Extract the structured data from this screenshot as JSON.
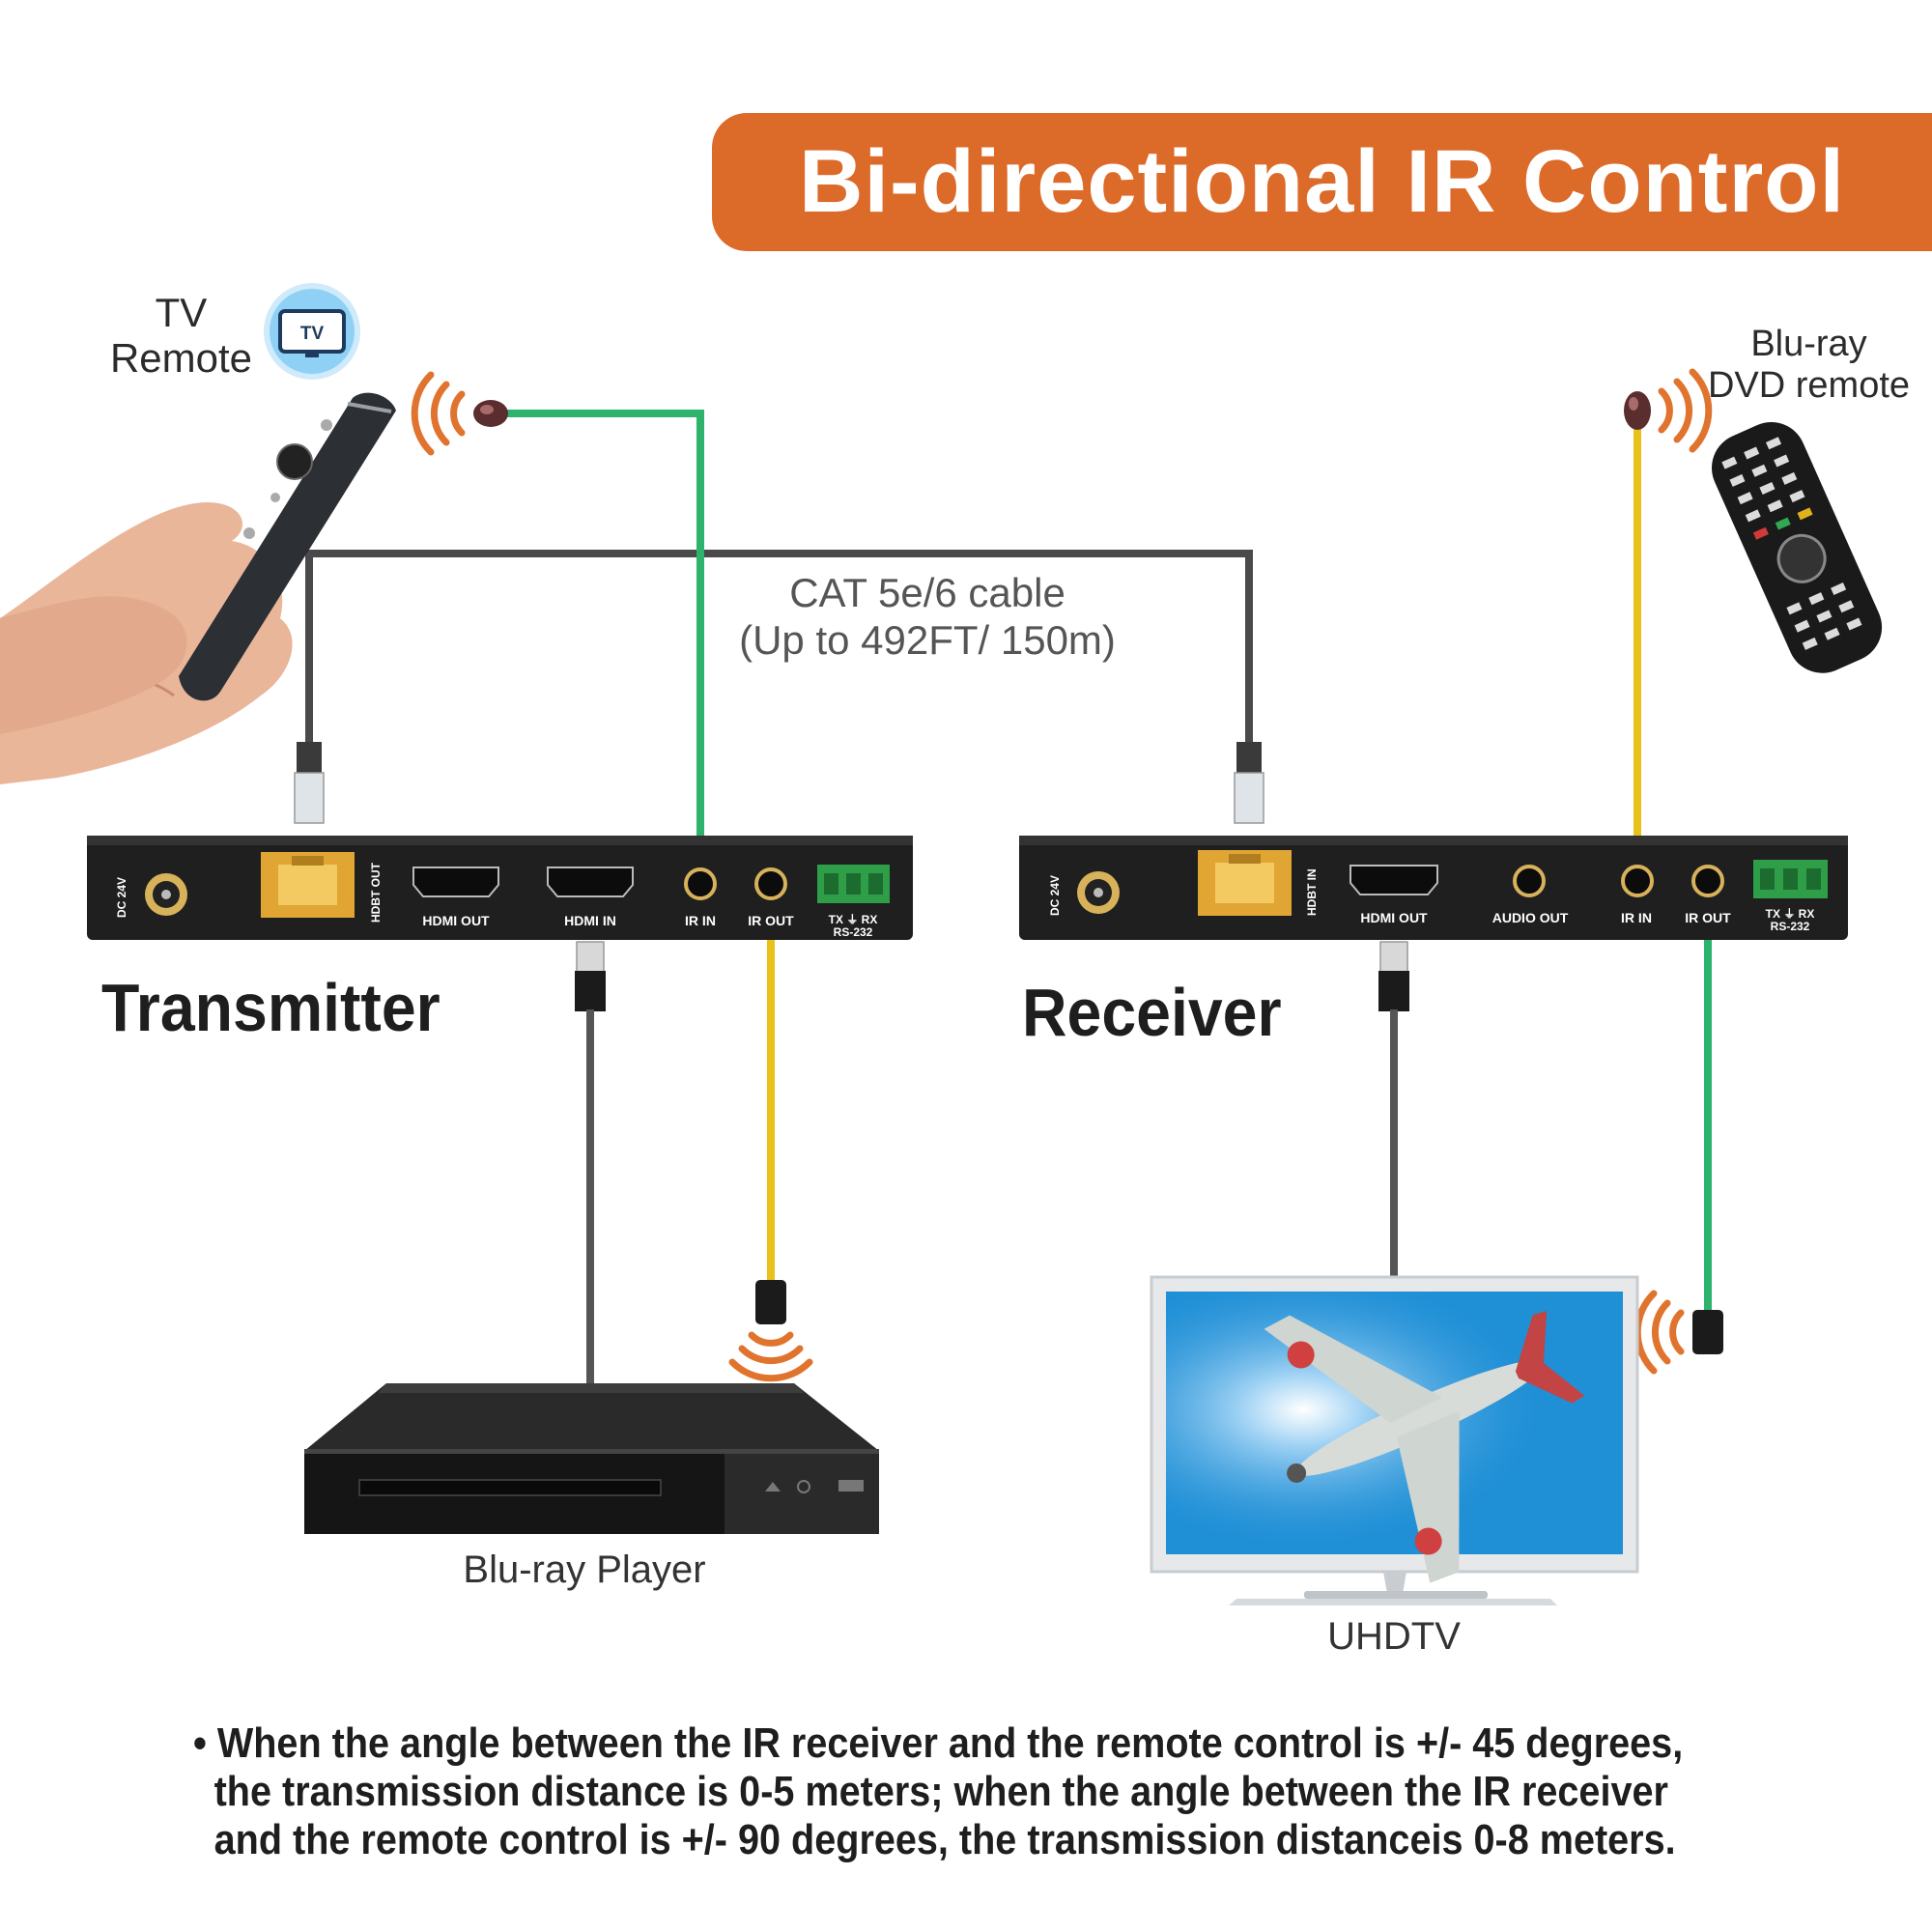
{
  "title": "Bi-directional IR Control",
  "tv_remote": {
    "label_line1": "TV",
    "label_line2": "Remote",
    "badge": "TV"
  },
  "bluray_remote": {
    "label_line1": "Blu-ray",
    "label_line2": "DVD remote"
  },
  "cable": {
    "line1": "CAT 5e/6 cable",
    "line2": "(Up to 492FT/ 150m)"
  },
  "transmitter": {
    "title": "Transmitter",
    "ports": {
      "dc": "DC 24V",
      "hdbt": "HDBT OUT",
      "hdmi_out": "HDMI OUT",
      "hdmi_in": "HDMI IN",
      "ir_in": "IR IN",
      "ir_out": "IR OUT",
      "rs232_pins": "TX ⏚ RX",
      "rs232": "RS-232"
    }
  },
  "receiver": {
    "title": "Receiver",
    "ports": {
      "dc": "DC 24V",
      "hdbt": "HDBT IN",
      "hdmi_out": "HDMI OUT",
      "audio_out": "AUDIO OUT",
      "ir_in": "IR IN",
      "ir_out": "IR OUT",
      "rs232_pins": "TX ⏚ RX",
      "rs232": "RS-232"
    }
  },
  "devices": {
    "player": "Blu-ray Player",
    "tv": "UHDTV"
  },
  "note": {
    "line1": "• When the angle between the IR receiver and the remote control is +/- 45 degrees,",
    "line2": "the transmission distance is 0-5 meters; when the angle between the IR receiver",
    "line3": "and the remote control is +/- 90 degrees, the transmission distanceis 0-8 meters."
  },
  "colors": {
    "banner": "#dc6a29",
    "ir_in_cable": "#2db36c",
    "ir_out_cable": "#e8c21a",
    "cat_cable": "#4a4a4a",
    "hdmi_cable": "#555555",
    "ir_wave": "#e0742e",
    "rj45_port": "#e0a533",
    "terminal_block": "#2e9e48",
    "screen": "#1f8fd6"
  }
}
